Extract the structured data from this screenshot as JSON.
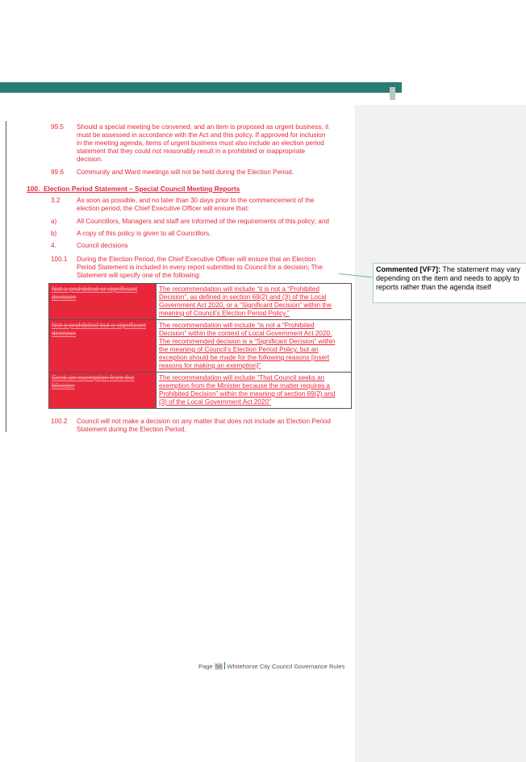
{
  "document": {
    "p99_5": {
      "num": "99.5",
      "lines": [
        "Should a special meeting be convened, and an item is proposed as urgent business, it",
        "must be assessed in accordance with the Act and this policy. If approved for inclusion",
        "in the meeting agenda, items of urgent business must also include an election period",
        "statement that they could not reasonably result in a prohibited or inappropriate",
        "decision."
      ]
    },
    "p99_6": {
      "num": "99.6",
      "text": "Community and Ward meetings will not be held during the Election Period."
    },
    "heading": "100.  Election Period Statement – Special Council Meeting Reports",
    "p3_2": {
      "num": "3.2",
      "lines": [
        "As soon as possible, and no later than 30 days prior to the commencement of the",
        "election period, the Chief Executive Officer will ensure that:"
      ]
    },
    "pa": {
      "num": "a)",
      "text": "All Councillors, Managers and staff are informed of the requirements of this policy; and"
    },
    "pb": {
      "num": "b)",
      "text": "A copy of this policy is given to all Councillors."
    },
    "p4": {
      "num": "4.",
      "text": "Council decisions"
    },
    "p100_1": {
      "num": "100.1",
      "lines": [
        "During the Election Period, the Chief Executive Officer will ensure that an Election",
        "Period Statement is included in every report submitted to Council for a decision; The",
        "Statement will specify one of the following:"
      ]
    },
    "table": [
      {
        "label": "Not a prohibited or significant decision",
        "lines": [
          "The recommendation will include “it is not a “Prohibited",
          "Decision”, as defined in section 69(2) and (3) of the Local",
          "Government Act 2020, or a “Significant Decision” within the",
          "meaning of Council’s Election Period Policy.”"
        ]
      },
      {
        "label": "Not a prohibited but a significant decision",
        "lines": [
          "The recommendation will include “is not a “Prohibited",
          "Decision” within the context of Local Government Act 2020.",
          "The recommended decision is a “Significant Decision” within",
          "the meaning of Council’s Election Period Policy, but an",
          "exception should be made for the following reasons [insert",
          "reasons for making an exemption]”"
        ]
      },
      {
        "label": "Seek an exemption from the Minister",
        "lines": [
          "The recommendation will include “That Council seeks an",
          "exemption from the Minister because the matter requires a",
          "Prohibited Decision” within the meaning of section 69(2) and",
          "(3) of the Local Government Act 2020”"
        ]
      }
    ],
    "p100_2": {
      "num": "100.2",
      "lines": [
        "Council will not make a decision on any matter that does not include an Election Period",
        "Statement during the Election Period."
      ]
    }
  },
  "comment": {
    "author_label": "Commented [VF7]:",
    "text": "The statement may vary depending on the item and needs to apply to reports rather than the agenda itself"
  },
  "footer": {
    "page_word": "Page",
    "page_number": "56",
    "title": "Whitehorse City Council Governance Rules"
  },
  "colors": {
    "header_bar": "#2a7c74",
    "tracked_change": "#e8283a",
    "comment_pane": "#f1f1f1"
  }
}
